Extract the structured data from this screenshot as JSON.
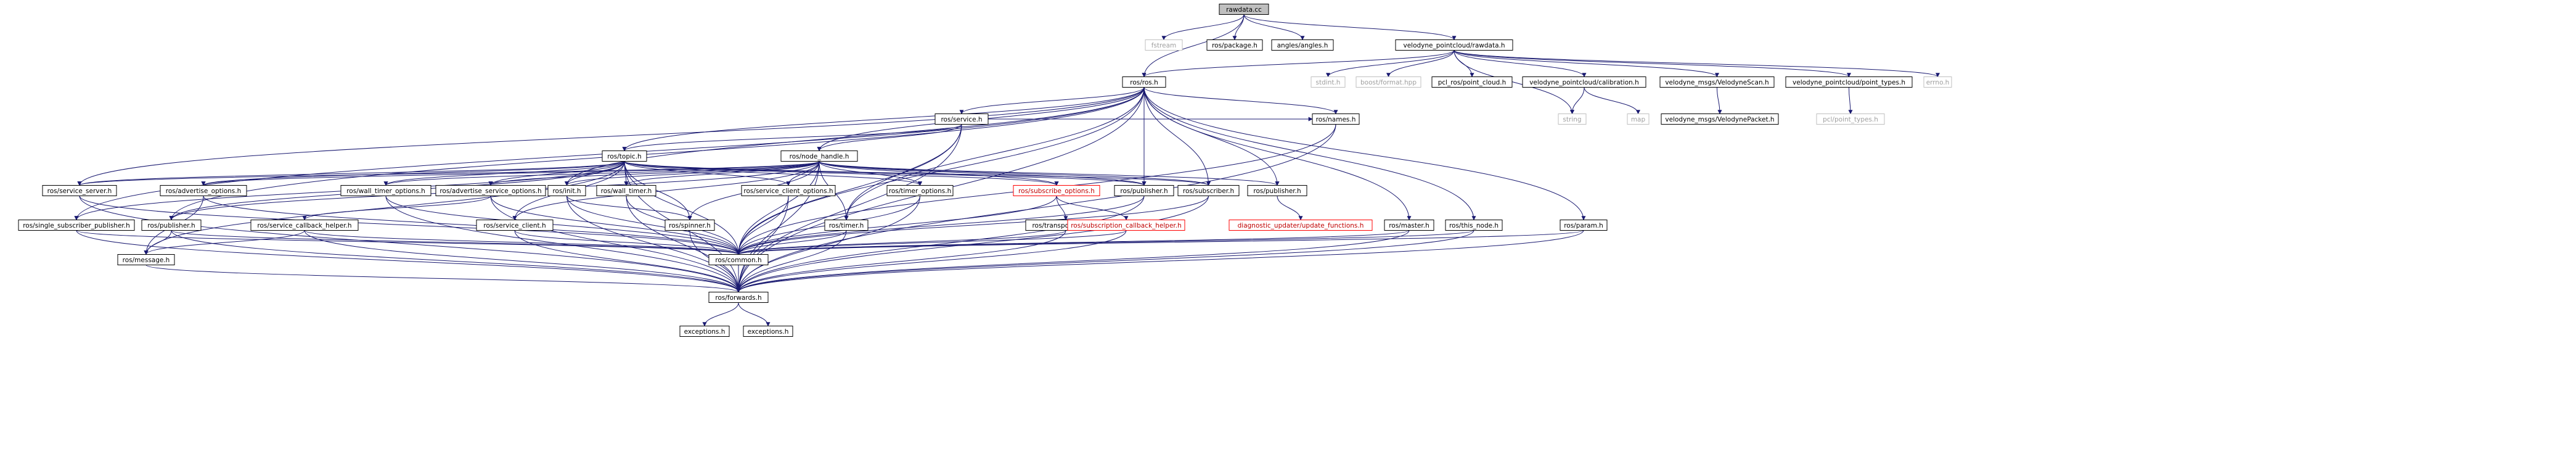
{
  "diagram": {
    "colors": {
      "edge": "#191970",
      "node_border": "#000000",
      "root_fill": "#bfbfbf",
      "external_border": "#bfbfbf",
      "external_text": "#9f9f9f",
      "truncated_border": "#ff0000",
      "truncated_text": "#c00000"
    },
    "nodes": [
      {
        "id": "rawdata_cc",
        "label": "rawdata.cc",
        "kind": "root"
      },
      {
        "id": "fstream",
        "label": "fstream",
        "kind": "external"
      },
      {
        "id": "ros_package",
        "label": "ros/package.h",
        "kind": "normal"
      },
      {
        "id": "angles",
        "label": "angles/angles.h",
        "kind": "normal"
      },
      {
        "id": "vp_rawdata",
        "label": "velodyne_pointcloud/rawdata.h",
        "kind": "normal"
      },
      {
        "id": "ros_ros",
        "label": "ros/ros.h",
        "kind": "normal"
      },
      {
        "id": "stdint",
        "label": "stdint.h",
        "kind": "external"
      },
      {
        "id": "boost_format",
        "label": "boost/format.hpp",
        "kind": "external"
      },
      {
        "id": "pcl_ros",
        "label": "pcl_ros/point_cloud.h",
        "kind": "normal"
      },
      {
        "id": "vp_calibration",
        "label": "velodyne_pointcloud/calibration.h",
        "kind": "normal"
      },
      {
        "id": "vm_scan",
        "label": "velodyne_msgs/VelodyneScan.h",
        "kind": "normal"
      },
      {
        "id": "vp_point_types",
        "label": "velodyne_pointcloud/point_types.h",
        "kind": "normal"
      },
      {
        "id": "errno",
        "label": "errno.h",
        "kind": "external"
      },
      {
        "id": "string",
        "label": "string",
        "kind": "external"
      },
      {
        "id": "map",
        "label": "map",
        "kind": "external"
      },
      {
        "id": "vm_packet",
        "label": "velodyne_msgs/VelodynePacket.h",
        "kind": "normal"
      },
      {
        "id": "pcl_point_types",
        "label": "pcl/point_types.h",
        "kind": "external"
      },
      {
        "id": "ros_service",
        "label": "ros/service.h",
        "kind": "normal"
      },
      {
        "id": "ros_topic",
        "label": "ros/topic.h",
        "kind": "normal"
      },
      {
        "id": "ros_node_handle",
        "label": "ros/node_handle.h",
        "kind": "normal"
      },
      {
        "id": "ros_names",
        "label": "ros/names.h",
        "kind": "normal"
      },
      {
        "id": "ros_service_server",
        "label": "ros/service_server.h",
        "kind": "normal"
      },
      {
        "id": "ros_advertise_options",
        "label": "ros/advertise_options.h",
        "kind": "normal"
      },
      {
        "id": "ros_wall_timer_options",
        "label": "ros/wall_timer_options.h",
        "kind": "normal"
      },
      {
        "id": "ros_advertise_service_options",
        "label": "ros/advertise_service_options.h",
        "kind": "normal"
      },
      {
        "id": "ros_init",
        "label": "ros/init.h",
        "kind": "normal"
      },
      {
        "id": "ros_wall_timer",
        "label": "ros/wall_timer.h",
        "kind": "normal"
      },
      {
        "id": "ros_service_client_options",
        "label": "ros/service_client_options.h",
        "kind": "normal"
      },
      {
        "id": "ros_timer_options",
        "label": "ros/timer_options.h",
        "kind": "normal"
      },
      {
        "id": "ros_subscribe_options",
        "label": "ros/subscribe_options.h",
        "kind": "truncated"
      },
      {
        "id": "ros_publisher_a",
        "label": "ros/publisher.h",
        "kind": "normal"
      },
      {
        "id": "ros_subscriber",
        "label": "ros/subscriber.h",
        "kind": "normal"
      },
      {
        "id": "ros_publisher_b",
        "label": "ros/publisher.h",
        "kind": "normal"
      },
      {
        "id": "ros_single_subscriber_publisher",
        "label": "ros/single_subscriber_publisher.h",
        "kind": "normal"
      },
      {
        "id": "ros_publisher_c",
        "label": "ros/publisher.h",
        "kind": "normal"
      },
      {
        "id": "ros_service_callback_helper",
        "label": "ros/service_callback_helper.h",
        "kind": "normal"
      },
      {
        "id": "ros_service_client",
        "label": "ros/service_client.h",
        "kind": "normal"
      },
      {
        "id": "ros_spinner",
        "label": "ros/spinner.h",
        "kind": "normal"
      },
      {
        "id": "ros_transport_hints",
        "label": "ros/transport_hints.h",
        "kind": "normal"
      },
      {
        "id": "ros_timer",
        "label": "ros/timer.h",
        "kind": "normal"
      },
      {
        "id": "ros_subscription_callback_helper",
        "label": "ros/subscription_callback_helper.h",
        "kind": "truncated"
      },
      {
        "id": "diagnostic_updater",
        "label": "diagnostic_updater/update_functions.h",
        "kind": "truncated"
      },
      {
        "id": "ros_master",
        "label": "ros/master.h",
        "kind": "normal"
      },
      {
        "id": "ros_this_node",
        "label": "ros/this_node.h",
        "kind": "normal"
      },
      {
        "id": "ros_param",
        "label": "ros/param.h",
        "kind": "normal"
      },
      {
        "id": "ros_message",
        "label": "ros/message.h",
        "kind": "normal"
      },
      {
        "id": "ros_common",
        "label": "ros/common.h",
        "kind": "normal"
      },
      {
        "id": "ros_forwards",
        "label": "ros/forwards.h",
        "kind": "normal"
      },
      {
        "id": "exceptions_a",
        "label": "exceptions.h",
        "kind": "normal"
      },
      {
        "id": "exceptions_b",
        "label": "exceptions.h",
        "kind": "normal"
      }
    ],
    "edges": [
      [
        "rawdata_cc",
        "fstream"
      ],
      [
        "rawdata_cc",
        "ros_package"
      ],
      [
        "rawdata_cc",
        "angles"
      ],
      [
        "rawdata_cc",
        "vp_rawdata"
      ],
      [
        "rawdata_cc",
        "ros_ros"
      ],
      [
        "vp_rawdata",
        "ros_ros"
      ],
      [
        "vp_rawdata",
        "stdint"
      ],
      [
        "vp_rawdata",
        "boost_format"
      ],
      [
        "vp_rawdata",
        "pcl_ros"
      ],
      [
        "vp_rawdata",
        "vp_calibration"
      ],
      [
        "vp_rawdata",
        "vm_scan"
      ],
      [
        "vp_rawdata",
        "vp_point_types"
      ],
      [
        "vp_rawdata",
        "errno"
      ],
      [
        "vp_rawdata",
        "string"
      ],
      [
        "vp_calibration",
        "string"
      ],
      [
        "vp_calibration",
        "map"
      ],
      [
        "vm_scan",
        "vm_packet"
      ],
      [
        "vp_point_types",
        "pcl_point_types"
      ],
      [
        "ros_ros",
        "ros_service"
      ],
      [
        "ros_ros",
        "ros_topic"
      ],
      [
        "ros_ros",
        "ros_node_handle"
      ],
      [
        "ros_ros",
        "ros_names"
      ],
      [
        "ros_ros",
        "ros_service_server"
      ],
      [
        "ros_ros",
        "ros_init"
      ],
      [
        "ros_ros",
        "ros_publisher_a"
      ],
      [
        "ros_ros",
        "ros_subscriber"
      ],
      [
        "ros_ros",
        "ros_publisher_b"
      ],
      [
        "ros_ros",
        "ros_publisher_c"
      ],
      [
        "ros_ros",
        "ros_single_subscriber_publisher"
      ],
      [
        "ros_ros",
        "ros_master"
      ],
      [
        "ros_ros",
        "ros_this_node"
      ],
      [
        "ros_ros",
        "ros_param"
      ],
      [
        "ros_ros",
        "ros_common"
      ],
      [
        "ros_ros",
        "ros_forwards"
      ],
      [
        "ros_ros",
        "ros_timer"
      ],
      [
        "ros_service",
        "ros_node_handle"
      ],
      [
        "ros_service",
        "ros_topic"
      ],
      [
        "ros_service",
        "ros_names"
      ],
      [
        "ros_service",
        "ros_common"
      ],
      [
        "ros_service",
        "ros_forwards"
      ],
      [
        "ros_service",
        "ros_timer"
      ],
      [
        "ros_topic",
        "ros_service_server"
      ],
      [
        "ros_topic",
        "ros_advertise_options"
      ],
      [
        "ros_topic",
        "ros_wall_timer_options"
      ],
      [
        "ros_topic",
        "ros_advertise_service_options"
      ],
      [
        "ros_topic",
        "ros_init"
      ],
      [
        "ros_topic",
        "ros_wall_timer"
      ],
      [
        "ros_topic",
        "ros_service_client_options"
      ],
      [
        "ros_topic",
        "ros_timer_options"
      ],
      [
        "ros_topic",
        "ros_subscribe_options"
      ],
      [
        "ros_topic",
        "ros_publisher_a"
      ],
      [
        "ros_topic",
        "ros_subscriber"
      ],
      [
        "ros_topic",
        "ros_publisher_c"
      ],
      [
        "ros_topic",
        "ros_spinner"
      ],
      [
        "ros_topic",
        "ros_common"
      ],
      [
        "ros_topic",
        "ros_forwards"
      ],
      [
        "ros_topic",
        "ros_service_client"
      ],
      [
        "ros_topic",
        "ros_single_subscriber_publisher"
      ],
      [
        "ros_topic",
        "ros_message"
      ],
      [
        "ros_node_handle",
        "ros_service_server"
      ],
      [
        "ros_node_handle",
        "ros_advertise_options"
      ],
      [
        "ros_node_handle",
        "ros_wall_timer_options"
      ],
      [
        "ros_node_handle",
        "ros_advertise_service_options"
      ],
      [
        "ros_node_handle",
        "ros_init"
      ],
      [
        "ros_node_handle",
        "ros_wall_timer"
      ],
      [
        "ros_node_handle",
        "ros_service_client_options"
      ],
      [
        "ros_node_handle",
        "ros_timer_options"
      ],
      [
        "ros_node_handle",
        "ros_subscribe_options"
      ],
      [
        "ros_node_handle",
        "ros_publisher_a"
      ],
      [
        "ros_node_handle",
        "ros_subscriber"
      ],
      [
        "ros_node_handle",
        "ros_publisher_b"
      ],
      [
        "ros_node_handle",
        "ros_publisher_c"
      ],
      [
        "ros_node_handle",
        "ros_service_client"
      ],
      [
        "ros_node_handle",
        "ros_spinner"
      ],
      [
        "ros_node_handle",
        "ros_timer"
      ],
      [
        "ros_node_handle",
        "ros_common"
      ],
      [
        "ros_node_handle",
        "ros_forwards"
      ],
      [
        "ros_names",
        "ros_forwards"
      ],
      [
        "ros_names",
        "ros_common"
      ],
      [
        "ros_service_server",
        "ros_common"
      ],
      [
        "ros_service_server",
        "ros_forwards"
      ],
      [
        "ros_advertise_options",
        "ros_common"
      ],
      [
        "ros_advertise_options",
        "ros_message"
      ],
      [
        "ros_wall_timer_options",
        "ros_common"
      ],
      [
        "ros_wall_timer_options",
        "ros_forwards"
      ],
      [
        "ros_advertise_service_options",
        "ros_service_callback_helper"
      ],
      [
        "ros_advertise_service_options",
        "ros_common"
      ],
      [
        "ros_advertise_service_options",
        "ros_forwards"
      ],
      [
        "ros_init",
        "ros_forwards"
      ],
      [
        "ros_init",
        "ros_spinner"
      ],
      [
        "ros_init",
        "ros_common"
      ],
      [
        "ros_wall_timer",
        "ros_common"
      ],
      [
        "ros_wall_timer",
        "ros_forwards"
      ],
      [
        "ros_service_client_options",
        "ros_common"
      ],
      [
        "ros_service_client_options",
        "ros_forwards"
      ],
      [
        "ros_timer_options",
        "ros_common"
      ],
      [
        "ros_timer_options",
        "ros_forwards"
      ],
      [
        "ros_subscribe_options",
        "ros_transport_hints"
      ],
      [
        "ros_subscribe_options",
        "ros_subscription_callback_helper"
      ],
      [
        "ros_subscribe_options",
        "ros_common"
      ],
      [
        "ros_publisher_a",
        "ros_common"
      ],
      [
        "ros_publisher_a",
        "ros_forwards"
      ],
      [
        "ros_subscriber",
        "ros_common"
      ],
      [
        "ros_subscriber",
        "ros_forwards"
      ],
      [
        "ros_publisher_b",
        "diagnostic_updater"
      ],
      [
        "ros_publisher_c",
        "ros_message"
      ],
      [
        "ros_publisher_c",
        "ros_common"
      ],
      [
        "ros_publisher_c",
        "ros_forwards"
      ],
      [
        "ros_single_subscriber_publisher",
        "ros_forwards"
      ],
      [
        "ros_single_subscriber_publisher",
        "ros_common"
      ],
      [
        "ros_service_callback_helper",
        "ros_common"
      ],
      [
        "ros_service_callback_helper",
        "ros_forwards"
      ],
      [
        "ros_service_callback_helper",
        "ros_message"
      ],
      [
        "ros_service_client",
        "ros_common"
      ],
      [
        "ros_service_client",
        "ros_forwards"
      ],
      [
        "ros_spinner",
        "ros_forwards"
      ],
      [
        "ros_transport_hints",
        "ros_common"
      ],
      [
        "ros_transport_hints",
        "ros_forwards"
      ],
      [
        "ros_timer",
        "ros_common"
      ],
      [
        "ros_timer",
        "ros_forwards"
      ],
      [
        "ros_subscription_callback_helper",
        "ros_common"
      ],
      [
        "ros_subscription_callback_helper",
        "ros_forwards"
      ],
      [
        "ros_master",
        "ros_forwards"
      ],
      [
        "ros_master",
        "ros_common"
      ],
      [
        "ros_this_node",
        "ros_forwards"
      ],
      [
        "ros_this_node",
        "ros_common"
      ],
      [
        "ros_param",
        "ros_forwards"
      ],
      [
        "ros_param",
        "ros_common"
      ],
      [
        "ros_message",
        "ros_forwards"
      ],
      [
        "ros_common",
        "ros_forwards"
      ],
      [
        "ros_forwards",
        "exceptions_a"
      ],
      [
        "ros_forwards",
        "exceptions_b"
      ]
    ]
  }
}
